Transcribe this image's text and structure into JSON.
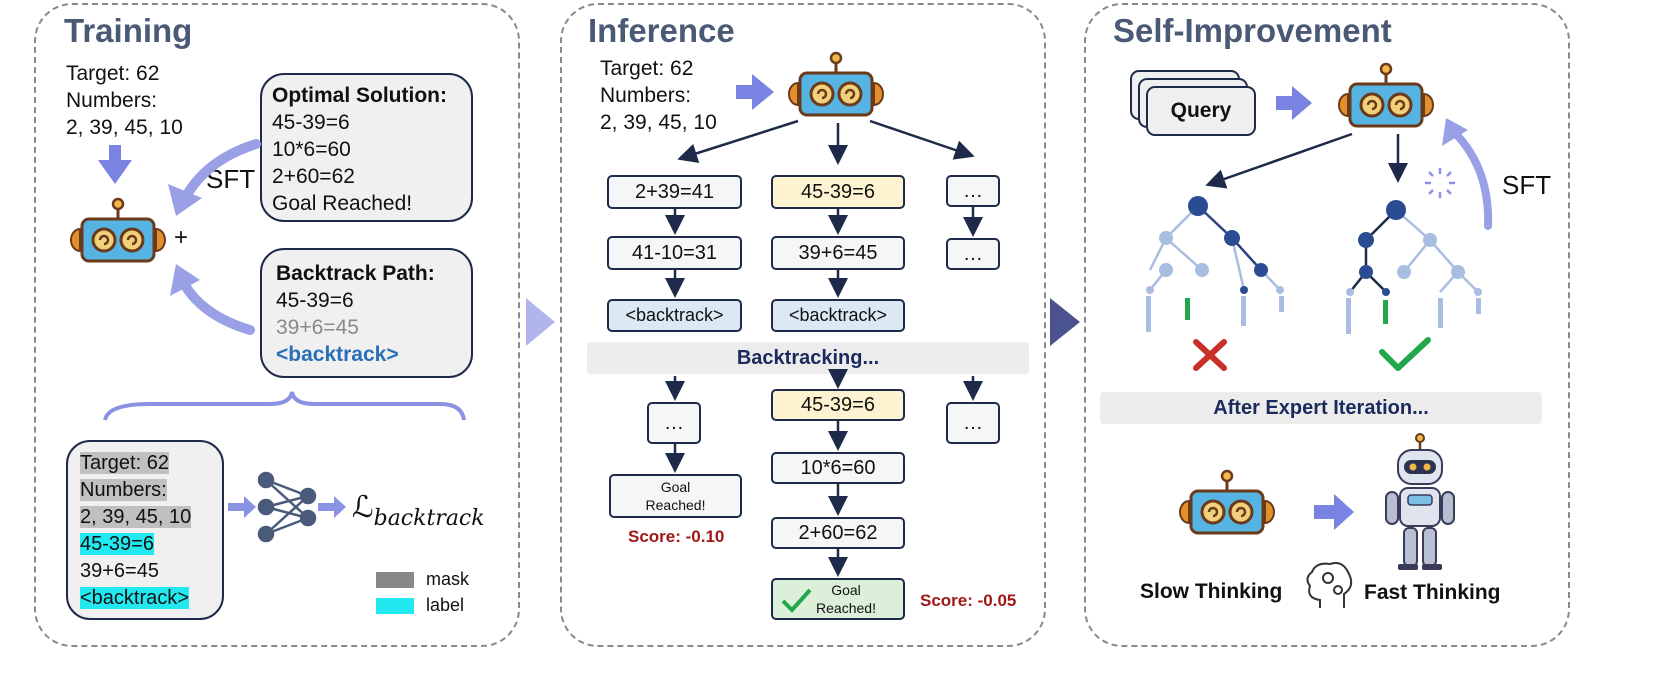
{
  "training": {
    "title": "Training",
    "target": "Target: 62",
    "numbers_label": "Numbers:",
    "numbers": "2, 39, 45, 10",
    "plus": "+",
    "sft": "SFT",
    "optimal": {
      "heading": "Optimal Solution:",
      "lines": [
        "45-39=6",
        "10*6=60",
        "2+60=62",
        "Goal Reached!"
      ]
    },
    "backtrack": {
      "heading": "Backtrack Path:",
      "line1": "45-39=6",
      "line2": "39+6=45",
      "line3": "<backtrack>"
    },
    "masked": {
      "target": "Target: 62",
      "numbers_label": "Numbers:",
      "numbers": "2, 39, 45, 10",
      "label_line": "45-39=6",
      "plain_line": "39+6=45",
      "backtrack_line": "<backtrack>"
    },
    "loss_symbol": "ℒ",
    "loss_sub": "backtrack",
    "legend": {
      "mask": "mask",
      "label": "label"
    }
  },
  "inference": {
    "title": "Inference",
    "target": "Target: 62",
    "numbers_label": "Numbers:",
    "numbers": "2, 39, 45, 10",
    "col1": [
      "2+39=41",
      "41-10=31",
      "<backtrack>"
    ],
    "col2": [
      "45-39=6",
      "39+6=45",
      "<backtrack>"
    ],
    "col3": [
      "…",
      "…"
    ],
    "banner": "Backtracking...",
    "after_col1": [
      "…",
      "Goal Reached!"
    ],
    "after_col2": [
      "45-39=6",
      "10*6=60",
      "2+60=62",
      "Goal Reached!"
    ],
    "after_col3": [
      "…"
    ],
    "score1": "Score: -0.10",
    "score2": "Score: -0.05"
  },
  "self_improvement": {
    "title": "Self-Improvement",
    "query": "Query",
    "sft": "SFT",
    "banner": "After Expert Iteration...",
    "slow": "Slow Thinking",
    "fast": "Fast Thinking"
  },
  "colors": {
    "title": "#4a5a75",
    "arrow": "#8a92e4",
    "dark": "#1e2a4a",
    "cyan": "#22e8f0",
    "score_red": "#a01818",
    "green_check": "#22a84a",
    "red_x": "#c8302a"
  }
}
